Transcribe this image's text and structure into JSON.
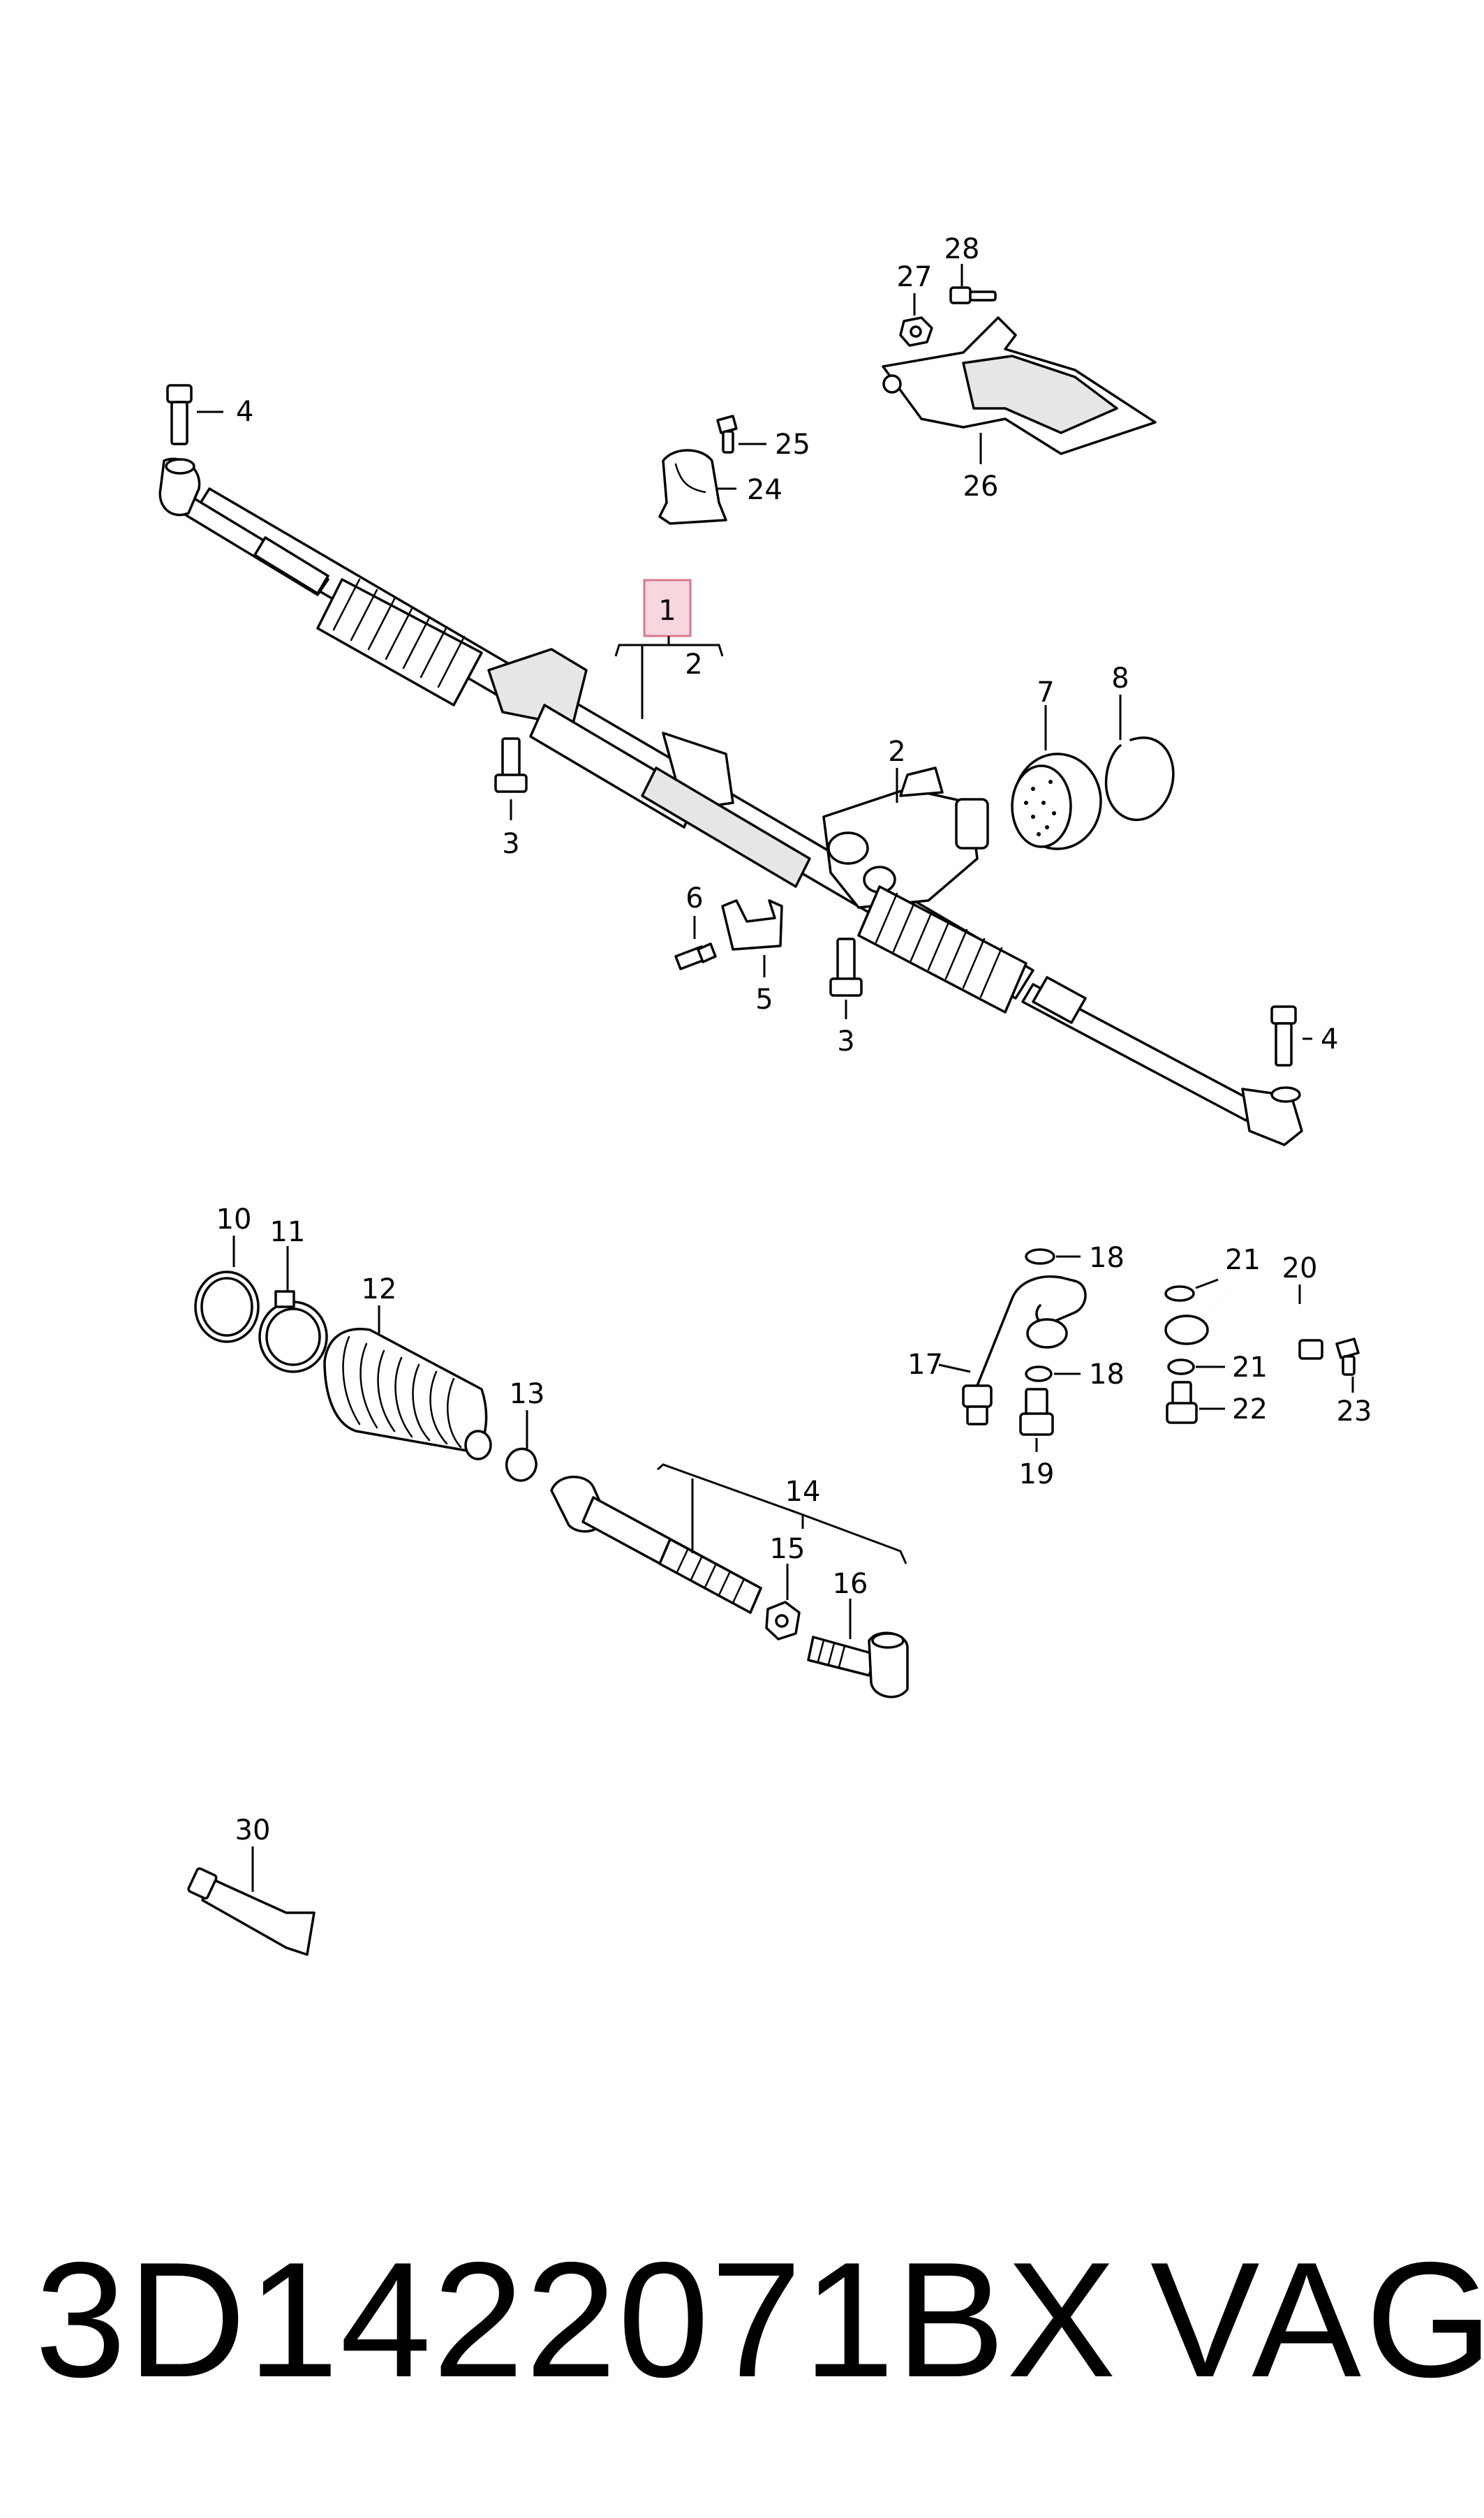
{
  "callouts": {
    "c1": "1",
    "c2a": "2",
    "c2b": "2",
    "c3a": "3",
    "c3b": "3",
    "c4a": "4",
    "c4b": "4",
    "c5": "5",
    "c6": "6",
    "c7": "7",
    "c8": "8",
    "c10": "10",
    "c11": "11",
    "c12": "12",
    "c13": "13",
    "c14": "14",
    "c15": "15",
    "c16": "16",
    "c17": "17",
    "c18a": "18",
    "c18b": "18",
    "c19": "19",
    "c20": "20",
    "c21a": "21",
    "c21b": "21",
    "c22": "22",
    "c23": "23",
    "c24": "24",
    "c25": "25",
    "c26": "26",
    "c27": "27",
    "c28": "28",
    "c30": "30"
  },
  "footer": {
    "part_number": "3D1422071BX",
    "brand": "VAG"
  },
  "colors": {
    "highlight_fill": "#f7d6dd",
    "highlight_stroke": "#d9788c",
    "line": "#000000"
  }
}
